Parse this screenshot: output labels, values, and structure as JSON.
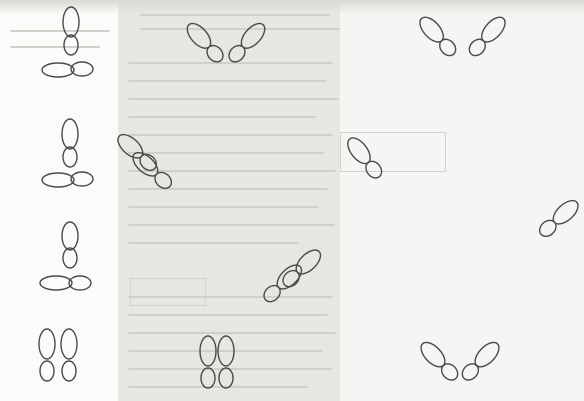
{
  "scan": {
    "ink_color": "#4a4a48",
    "paper_left": "#fbfbf9",
    "paper_middle": "#e6e6e3",
    "paper_right": "#f5f5f3"
  },
  "footprint_figures": [
    {
      "id": "fig-1",
      "column": "left",
      "description": "heel-to-toe-vertical-with-crossfoot"
    },
    {
      "id": "fig-2",
      "column": "left",
      "description": "heel-to-toe-vertical-with-crossfoot"
    },
    {
      "id": "fig-3",
      "column": "left",
      "description": "heel-to-toe-vertical-with-crossfoot"
    },
    {
      "id": "fig-4",
      "column": "left",
      "description": "feet-parallel"
    },
    {
      "id": "fig-5",
      "column": "middle",
      "description": "feet-v-shape"
    },
    {
      "id": "fig-6",
      "column": "middle",
      "description": "feet-diagonal-pair"
    },
    {
      "id": "fig-7",
      "column": "middle",
      "description": "feet-diagonal-pair"
    },
    {
      "id": "fig-8",
      "column": "middle",
      "description": "feet-parallel"
    },
    {
      "id": "fig-9",
      "column": "right",
      "description": "feet-v-shape"
    },
    {
      "id": "fig-10",
      "column": "right",
      "description": "single-foot"
    },
    {
      "id": "fig-11",
      "column": "right",
      "description": "single-foot"
    },
    {
      "id": "fig-12",
      "column": "right",
      "description": "feet-v-shape"
    }
  ]
}
